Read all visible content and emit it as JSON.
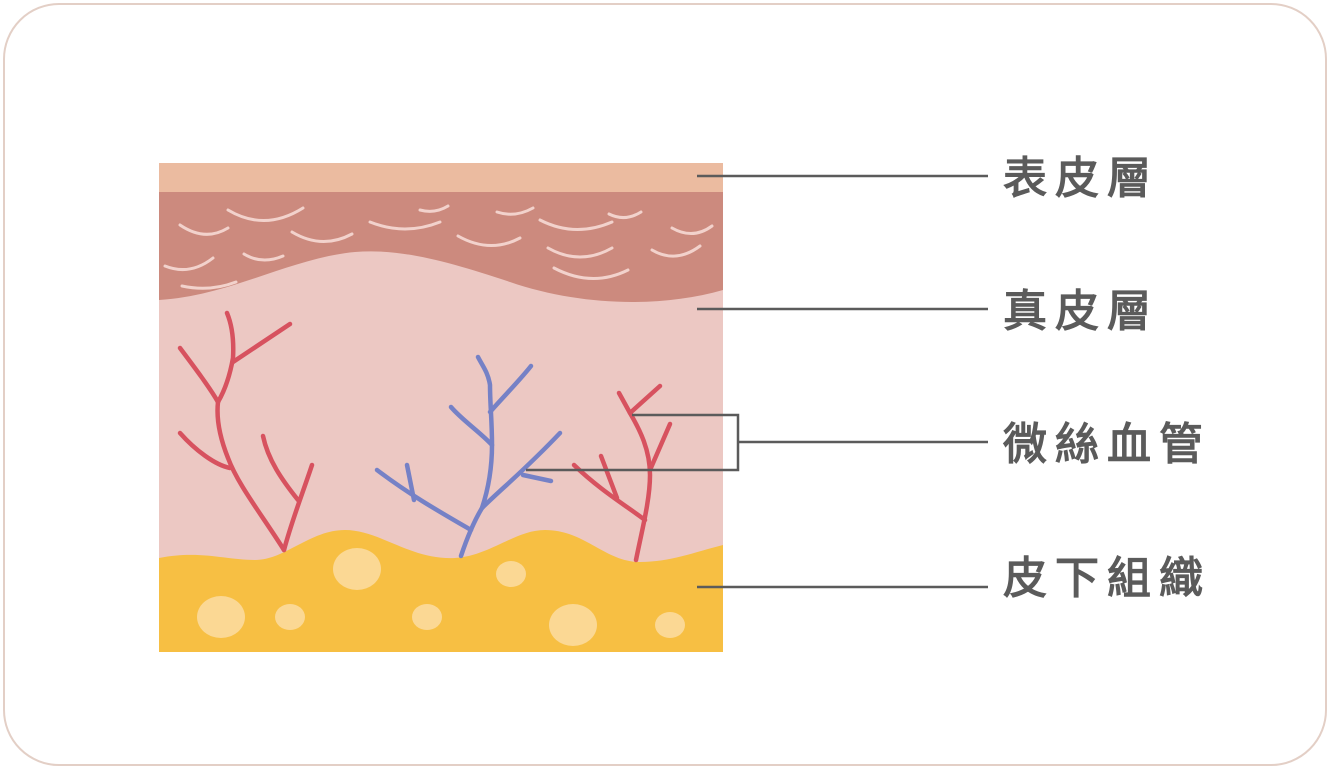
{
  "labels": {
    "epidermis": "表皮層",
    "dermis": "真皮層",
    "capillaries": "微絲血管",
    "subcutaneous": "皮下組織"
  },
  "colors": {
    "frame_border": "#e3cfc6",
    "epidermis": "#ebbba0",
    "dermis_upper": "#cc8a7e",
    "dermis": "#ecc8c3",
    "fat": "#f7bf43",
    "fat_cells": "#fbd894",
    "artery": "#d7525f",
    "vein": "#7581c6",
    "leader_line": "#5b5b5b",
    "label_text": "#5b5b5b"
  }
}
